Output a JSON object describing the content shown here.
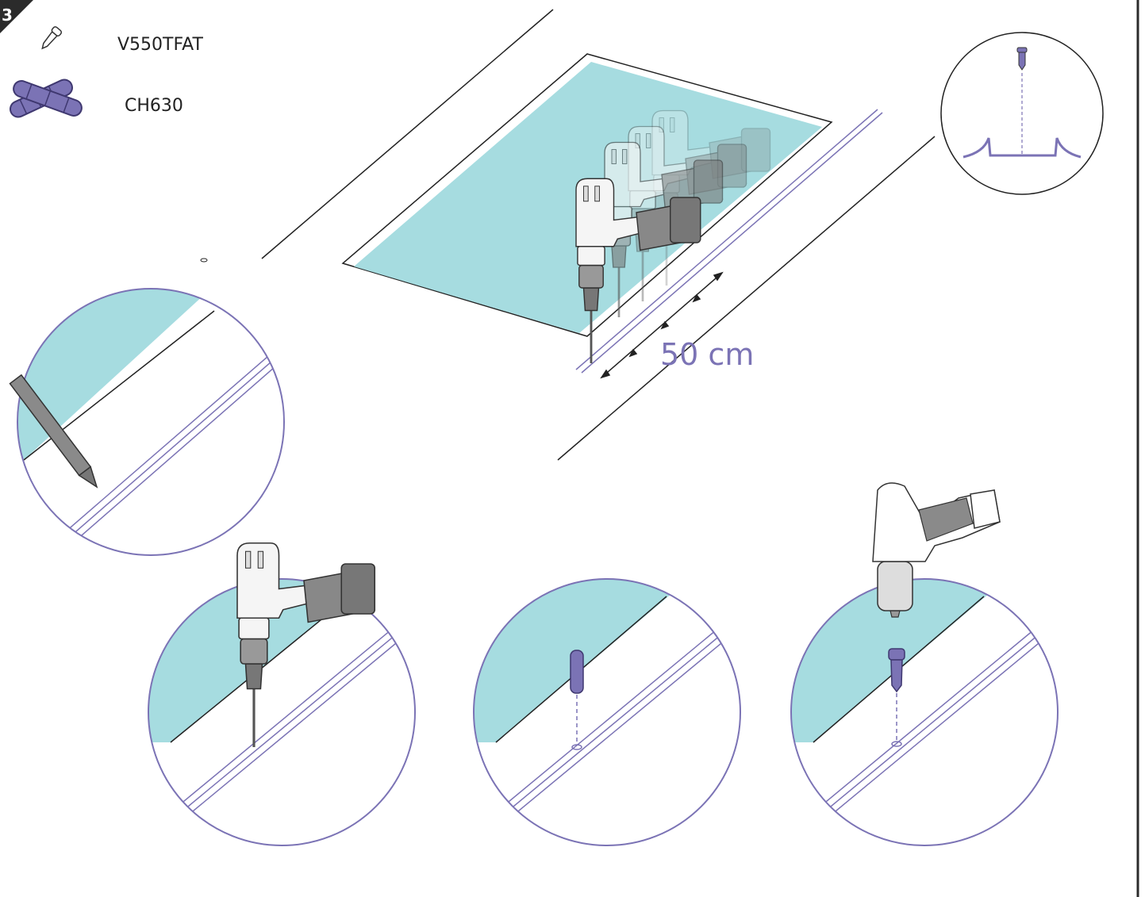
{
  "step": {
    "number": "3"
  },
  "parts": [
    {
      "code": "V550TFAT",
      "icon": "screw-icon"
    },
    {
      "code": "CH630",
      "icon": "wall-plug-icon"
    }
  ],
  "dimension": {
    "spacing_label": "50 cm"
  },
  "colors": {
    "panel_fill": "#a6dce0",
    "detail_stroke": "#7b73b5",
    "dowel_fill": "#7b73b5",
    "tool_body": "#8a8a8a",
    "tool_dark": "#555555",
    "line": "#222222",
    "border": "#2b2b2b"
  }
}
